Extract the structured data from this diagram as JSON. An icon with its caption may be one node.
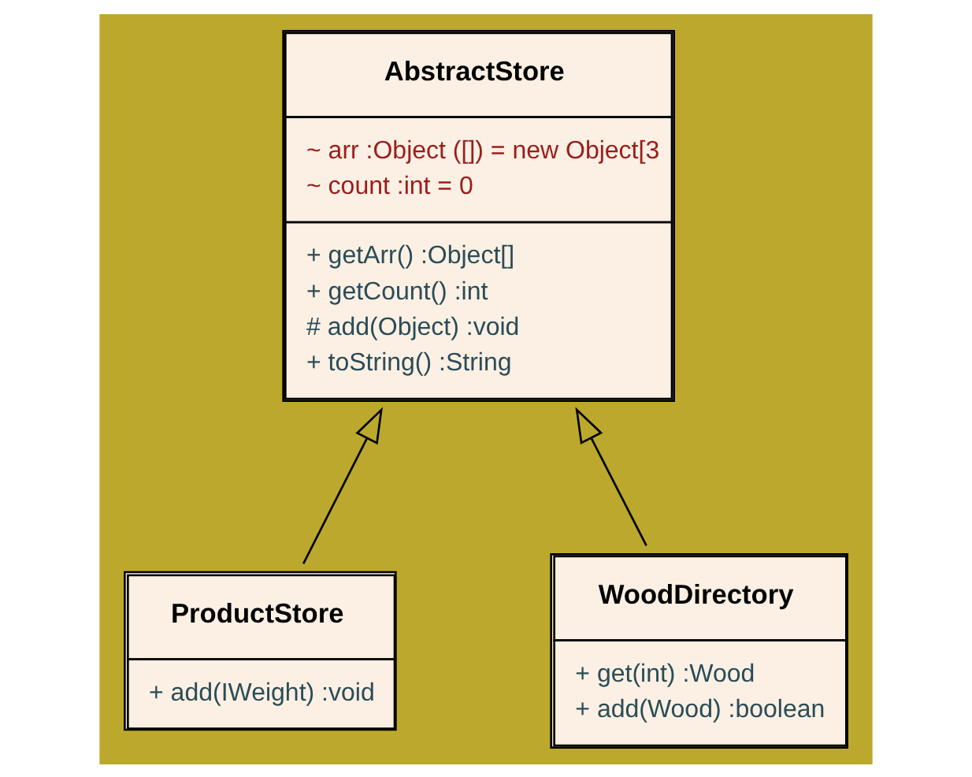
{
  "diagram": {
    "nodes": [
      {
        "text": [
          "AbstractStore",
          "~ arr :Object ([]) = new Object[3",
          "~ count :int = 0",
          "+ getArr() :Object[]",
          "+ getCount() :int",
          "# add(Object) :void",
          "+ toString() :String"
        ]
      },
      {
        "text": [
          "ProductStore",
          "+ add(IWeight) :void"
        ]
      },
      {
        "text": [
          "WoodDirectory",
          "+ get(int) :Wood",
          "+ add(Wood) :boolean"
        ]
      }
    ],
    "edges": [
      {
        "from": 1,
        "to": 0,
        "arrow": "to"
      },
      {
        "from": 2,
        "to": 0,
        "arrow": "to"
      }
    ]
  }
}
